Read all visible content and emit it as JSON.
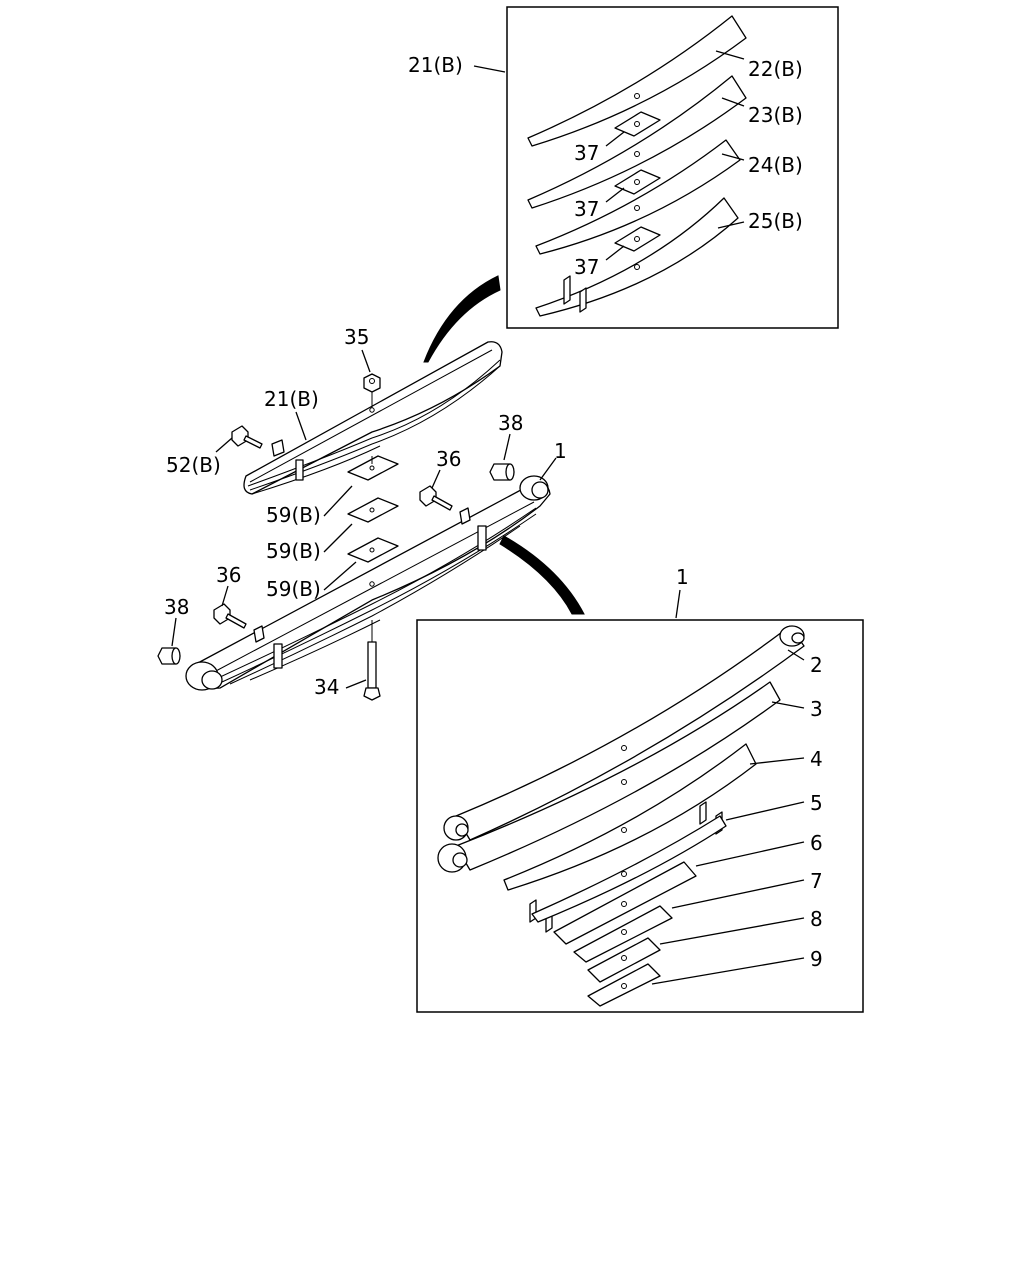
{
  "diagram": {
    "labels": {
      "spring_assembly": "1",
      "leaf_2": "2",
      "leaf_3": "3",
      "leaf_4": "4",
      "clip_5": "5",
      "leaf_6": "6",
      "leaf_7": "7",
      "leaf_8": "8",
      "leaf_9": "9",
      "helper_spring": "21(B)",
      "helper_leaf_22": "22(B)",
      "helper_leaf_23": "23(B)",
      "helper_leaf_24": "24(B)",
      "helper_leaf_25": "25(B)",
      "center_bolt": "34",
      "nut": "35",
      "clip_bolt": "36",
      "liner": "37",
      "bushing": "38",
      "helper_bolt": "52(B)",
      "spacer": "59(B)"
    }
  }
}
